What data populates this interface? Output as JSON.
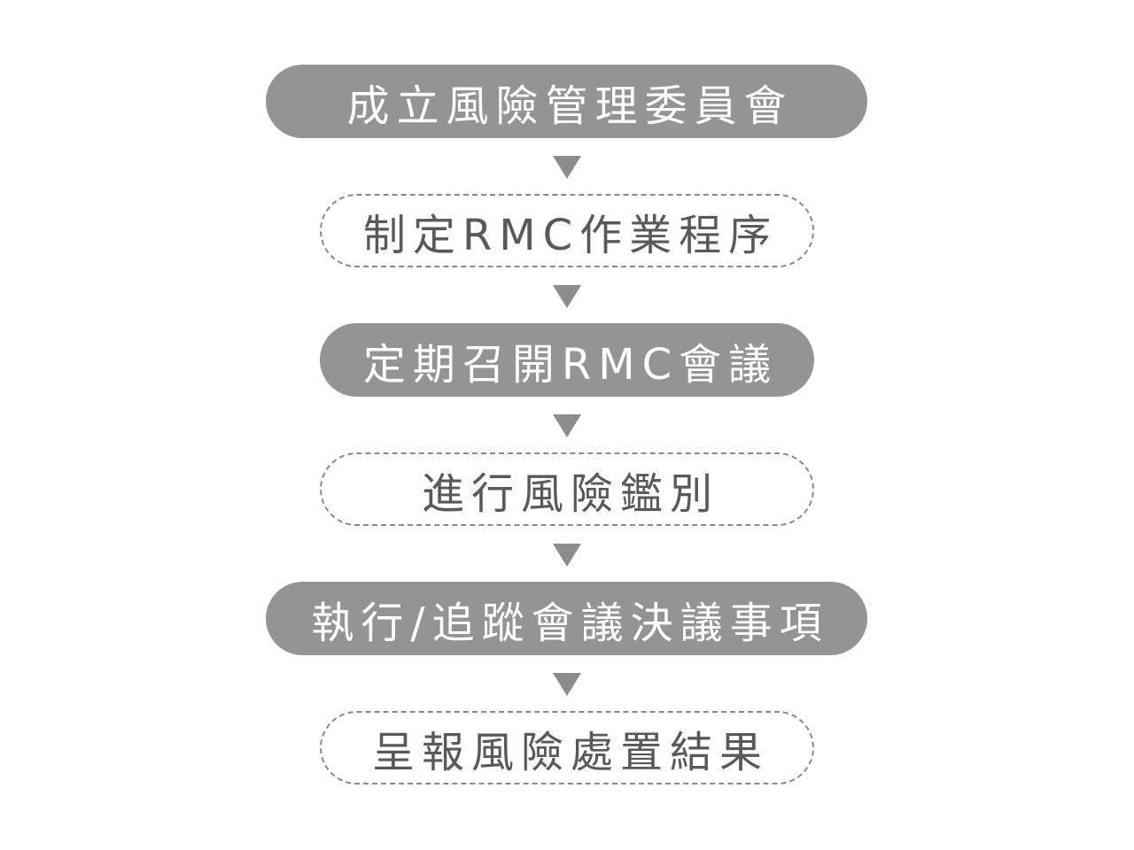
{
  "steps": [
    {
      "label": "成立風險管理委員會",
      "style": "solid"
    },
    {
      "label": "制定RMC作業程序",
      "style": "dashed"
    },
    {
      "label": "定期召開RMC會議",
      "style": "solid"
    },
    {
      "label": "進行風險鑑別",
      "style": "dashed"
    },
    {
      "label": "執行/追蹤會議決議事項",
      "style": "solid"
    },
    {
      "label": "呈報風險處置結果",
      "style": "dashed"
    }
  ],
  "colors": {
    "solid_fill": "#949494",
    "solid_text": "#ffffff",
    "dashed_border": "#8a8a8a",
    "dashed_text": "#595959",
    "arrow": "#8c8c8c"
  },
  "icons": {
    "connector": "down-triangle-arrow-icon"
  }
}
